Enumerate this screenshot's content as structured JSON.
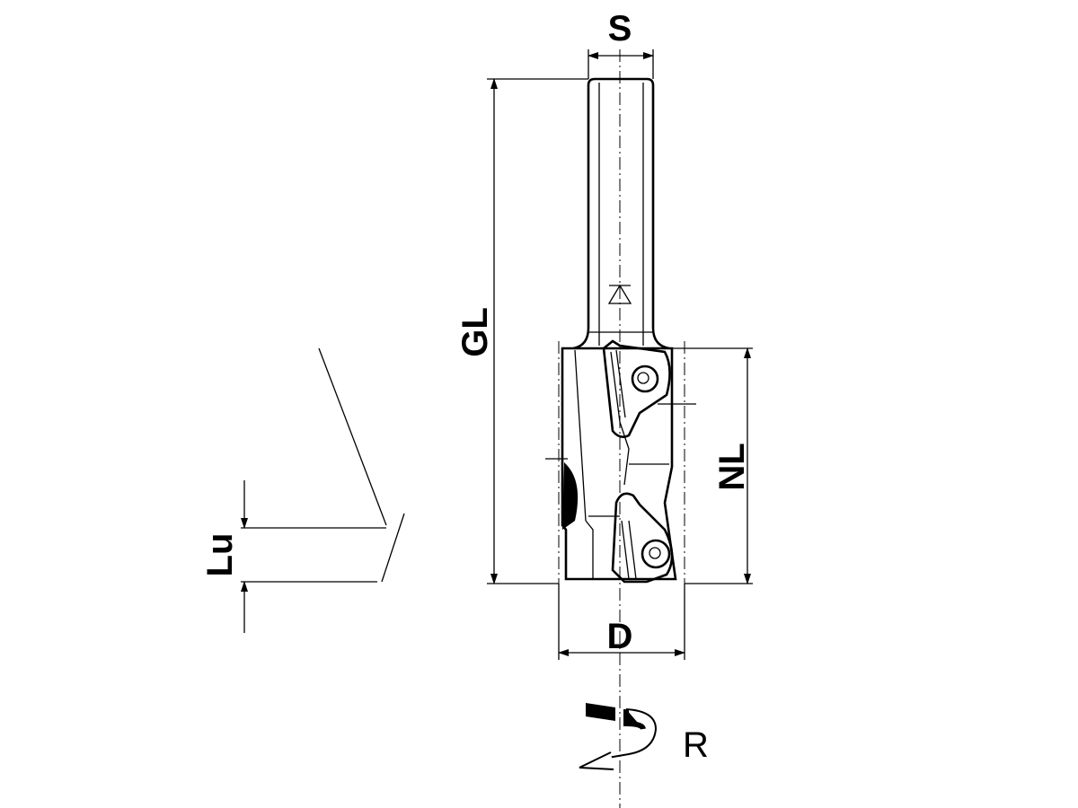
{
  "drawing": {
    "dimensions": {
      "shank_diameter": "S",
      "overall_length": "GL",
      "cutting_length": "NL",
      "cutting_diameter": "D",
      "undercut": "Lu"
    },
    "rotation_label": "R"
  }
}
